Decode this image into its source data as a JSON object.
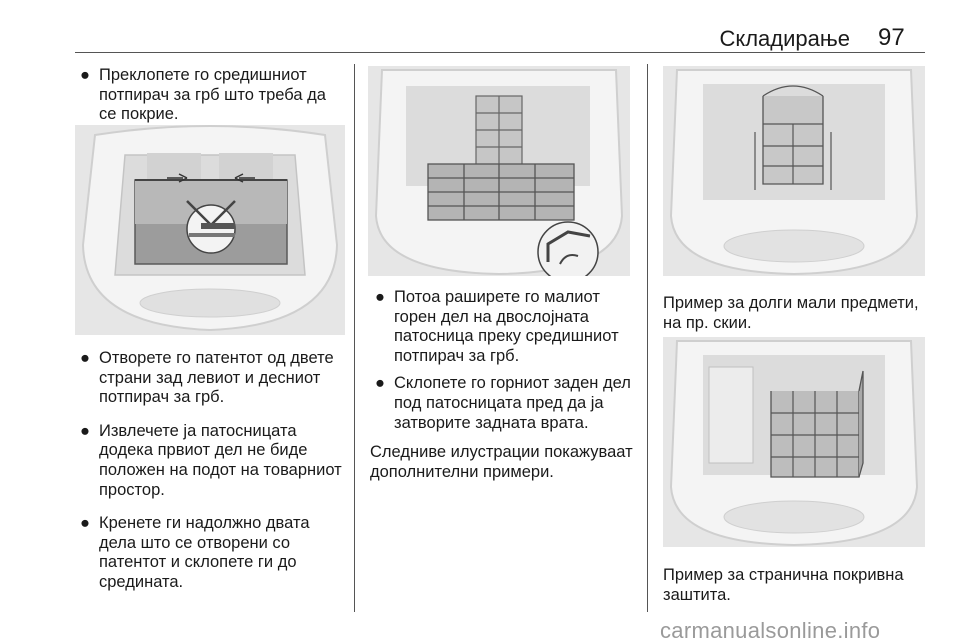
{
  "header": {
    "title": "Складирање",
    "page_number": "97"
  },
  "col1": {
    "bullet_top": "Преклопете го средишниот потпирач за грб што треба да се покрие.",
    "bullets": [
      "Отворете го патентот од двете страни зад левиот и десниот потпирач за грб.",
      "Извлечете ја патосницата додека првиот дел не биде положен на подот на товарниот простор.",
      "Кренете ги надолжно двата дела што се отворени со патентот и склопете ги до средината."
    ]
  },
  "col2": {
    "bullets": [
      "Потоа раширете го малиот горен дел на двослојната патосница преку средишниот потпирач за грб.",
      "Склопете го горниот заден дел под патосницата пред да ја затворите задната врата."
    ],
    "paragraph": "Следниве илустрации покажуваат дополнителни примери."
  },
  "col3": {
    "caption_1": "Пример за долги мали предмети, на пр. скии.",
    "caption_2": "Пример за странична покривна заштита."
  },
  "watermark": "carmanualsonline.info"
}
